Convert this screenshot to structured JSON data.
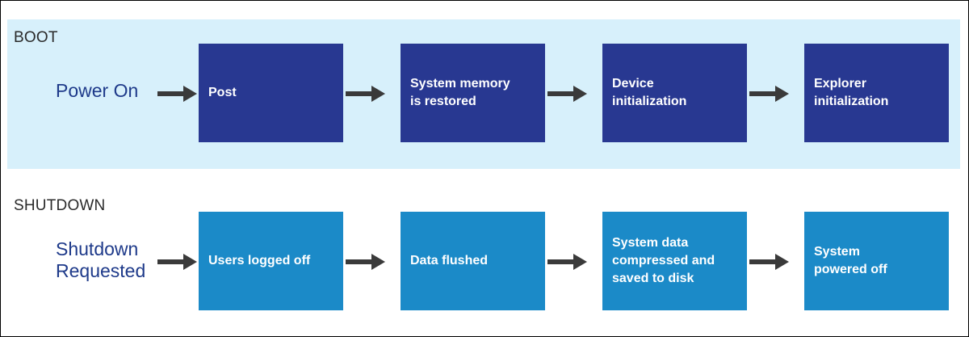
{
  "colors": {
    "boot_band": "#d7f0fb",
    "boot_step": "#283891",
    "shutdown_step": "#1b8ac8",
    "start_label": "#1e3a8a",
    "arrow": "#3a3a3a"
  },
  "boot": {
    "title": "BOOT",
    "start": "Power On",
    "steps": [
      {
        "label": "Post"
      },
      {
        "label": "System memory\nis restored"
      },
      {
        "label": "Device\ninitialization"
      },
      {
        "label": "Explorer\ninitialization"
      }
    ]
  },
  "shutdown": {
    "title": "SHUTDOWN",
    "start": "Shutdown\nRequested",
    "steps": [
      {
        "label": "Users logged off"
      },
      {
        "label": "Data flushed"
      },
      {
        "label": "System data\ncompressed and\nsaved to disk"
      },
      {
        "label": "System\npowered off"
      }
    ]
  }
}
